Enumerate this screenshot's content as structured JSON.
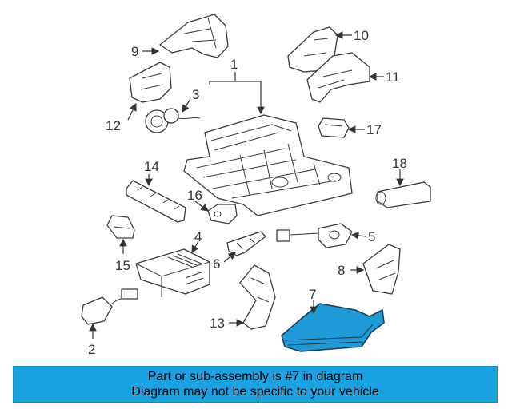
{
  "callouts": {
    "c1": "1",
    "c2": "2",
    "c3": "3",
    "c4": "4",
    "c5": "5",
    "c6": "6",
    "c7": "7",
    "c8": "8",
    "c9": "9",
    "c10": "10",
    "c11": "11",
    "c12": "12",
    "c13": "13",
    "c14": "14",
    "c15": "15",
    "c16": "16",
    "c17": "17",
    "c18": "18"
  },
  "highlighted_part": "7",
  "colors": {
    "highlight": "#1e9ad6",
    "banner": "#1aa3e0",
    "line": "#333333"
  },
  "banner": {
    "line1": "Part or sub-assembly is #7 in diagram",
    "line2": "Diagram may not be specific to your vehicle"
  }
}
